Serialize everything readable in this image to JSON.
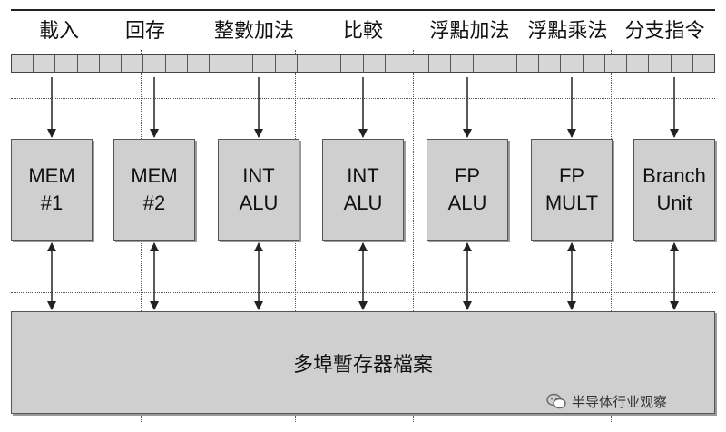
{
  "top_labels": [
    "載入",
    "回存",
    "整數加法",
    "比較",
    "浮點加法",
    "浮點乘法",
    "分支指令"
  ],
  "units": [
    {
      "line1": "MEM",
      "line2": "#1"
    },
    {
      "line1": "MEM",
      "line2": "#2"
    },
    {
      "line1": "INT",
      "line2": "ALU"
    },
    {
      "line1": "INT",
      "line2": "ALU"
    },
    {
      "line1": "FP",
      "line2": "ALU"
    },
    {
      "line1": "FP",
      "line2": "MULT"
    },
    {
      "line1": "Branch",
      "line2": "Unit"
    }
  ],
  "register_file": "多埠暫存器檔案",
  "instruction_register_cells": 32,
  "watermark": {
    "text": "半导体行业观察",
    "icon": "wechat-icon"
  },
  "colors": {
    "box_fill": "#cfcfcf",
    "cell_fill": "#d6d6d6",
    "line": "#222222"
  }
}
